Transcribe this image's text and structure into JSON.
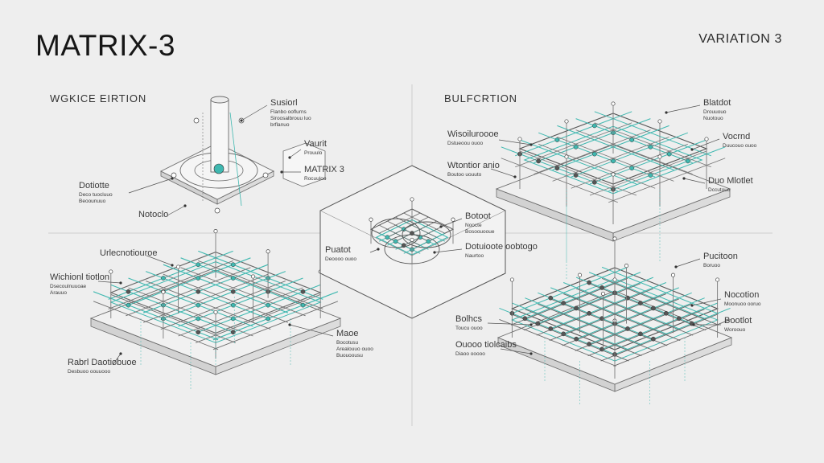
{
  "header": {
    "title": "MATRIX-3",
    "variation": "VARIATION 3"
  },
  "sections": {
    "left": "WGKICE EIRTION",
    "right": "BULFCRTION"
  },
  "callouts": [
    {
      "id": "c1",
      "label": "Susiorl",
      "sub": [
        "Flanbo ooflurns",
        "Siroosalbrouu luo",
        "brflanuo"
      ]
    },
    {
      "id": "c2",
      "label": "Vaurit",
      "sub": [
        "Prouulo"
      ]
    },
    {
      "id": "c3",
      "label": "MATRIX 3",
      "sub": [
        "Rocuuloo"
      ]
    },
    {
      "id": "c4",
      "label": "Dotiotte",
      "sub": [
        "Deco tuocluuo",
        "Beoounuuo"
      ]
    },
    {
      "id": "c5",
      "label": "Notoclo",
      "sub": []
    },
    {
      "id": "c6",
      "label": "Urlecnotiouroe",
      "sub": []
    },
    {
      "id": "c7",
      "label": "Wichionl tiotlon",
      "sub": [
        "Dsecoulnuuoae",
        "Arauuo"
      ]
    },
    {
      "id": "c8",
      "label": "Maoe",
      "sub": [
        "Bocotusu",
        "Arealouuo ouoo",
        "Buouoousu"
      ]
    },
    {
      "id": "c9",
      "label": "Rabrl Daotiobuoe",
      "sub": [
        "Desbuoo oouuooo"
      ]
    },
    {
      "id": "c10",
      "label": "Botoot",
      "sub": [
        "Noocte",
        "Bosoouooue"
      ]
    },
    {
      "id": "c11",
      "label": "Puatot",
      "sub": [
        "Deoooo ouoo"
      ]
    },
    {
      "id": "c12",
      "label": "Dotuioote oobtogo",
      "sub": [
        "Naurtoo"
      ]
    },
    {
      "id": "c13",
      "label": "Wisoiluroooe",
      "sub": [
        "Dstueoou ouoo"
      ]
    },
    {
      "id": "c14",
      "label": "Wtontior anio",
      "sub": [
        "Boutoo uouuto"
      ]
    },
    {
      "id": "c15",
      "label": "Blatdot",
      "sub": [
        "Drouuouo",
        "Nuotouo"
      ]
    },
    {
      "id": "c16",
      "label": "Vocrnd",
      "sub": [
        "Duucouo ouoo"
      ]
    },
    {
      "id": "c17",
      "label": "Duo Mlotlet",
      "sub": [
        "Dccutouo"
      ]
    },
    {
      "id": "c18",
      "label": "Pucitoon",
      "sub": [
        "Boruoo"
      ]
    },
    {
      "id": "c19",
      "label": "Nocotion",
      "sub": [
        "Moonuoo ooruo"
      ]
    },
    {
      "id": "c20",
      "label": "Bolhcs",
      "sub": [
        "Toucu ouoo"
      ]
    },
    {
      "id": "c21",
      "label": "Ouooo tiolcaibs",
      "sub": [
        "Diaoo ooooo"
      ]
    },
    {
      "id": "c22",
      "label": "Bootlot",
      "sub": [
        "Woroouo"
      ]
    }
  ],
  "colors": {
    "background": "#eeeeee",
    "line": "#6b6b6b",
    "accent": "#3fb8b0",
    "node_dark": "#555555"
  }
}
